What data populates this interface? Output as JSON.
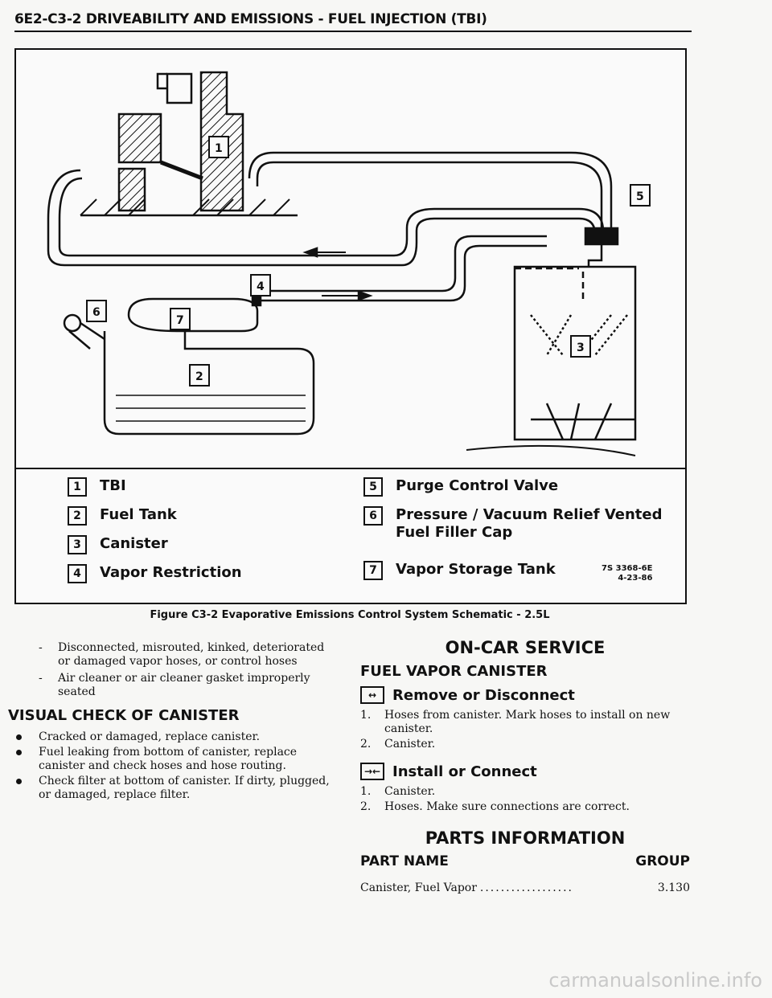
{
  "header": {
    "title": "6E2-C3-2 DRIVEABILITY AND EMISSIONS - FUEL INJECTION (TBI)"
  },
  "figure": {
    "legend": [
      {
        "num": "1",
        "label": "TBI"
      },
      {
        "num": "2",
        "label": "Fuel Tank"
      },
      {
        "num": "3",
        "label": "Canister"
      },
      {
        "num": "4",
        "label": "Vapor Restriction"
      },
      {
        "num": "5",
        "label": "Purge Control Valve"
      },
      {
        "num": "6",
        "label": "Pressure / Vacuum Relief Vented\nFuel Filler Cap"
      },
      {
        "num": "7",
        "label": "Vapor Storage Tank"
      }
    ],
    "code_line1": "7S 3368-6E",
    "code_line2": "4-23-86",
    "caption": "Figure C3-2 Evaporative Emissions Control System Schematic - 2.5L"
  },
  "left_column": {
    "dash_items": [
      "Disconnected, misrouted, kinked, deteriorated or damaged vapor hoses, or control hoses",
      "Air cleaner or air cleaner gasket improperly seated"
    ],
    "visual_check_heading": "VISUAL CHECK OF CANISTER",
    "bullets": [
      "Cracked or damaged, replace canister.",
      "Fuel leaking from bottom of canister, replace canister and check hoses and hose routing.",
      "Check filter at bottom of canister. If dirty, plugged, or damaged, replace filter."
    ]
  },
  "right_column": {
    "on_car_heading": "ON-CAR SERVICE",
    "canister_heading": "FUEL VAPOR CANISTER",
    "remove": {
      "icon": "↔",
      "heading": "Remove or Disconnect",
      "steps": [
        {
          "num": "1.",
          "text": "Hoses from canister. Mark hoses to install on new canister."
        },
        {
          "num": "2.",
          "text": "Canister."
        }
      ]
    },
    "install": {
      "icon": "→←",
      "heading": "Install or Connect",
      "steps": [
        {
          "num": "1.",
          "text": "Canister."
        },
        {
          "num": "2.",
          "text": "Hoses. Make sure connections are correct."
        }
      ]
    },
    "parts_heading": "PARTS INFORMATION",
    "part_name_header": "PART NAME",
    "group_header": "GROUP",
    "parts": [
      {
        "name": "Canister, Fuel Vapor",
        "dots": "..................",
        "group": "3.130"
      }
    ]
  },
  "watermark": "carmanualsonline.info"
}
